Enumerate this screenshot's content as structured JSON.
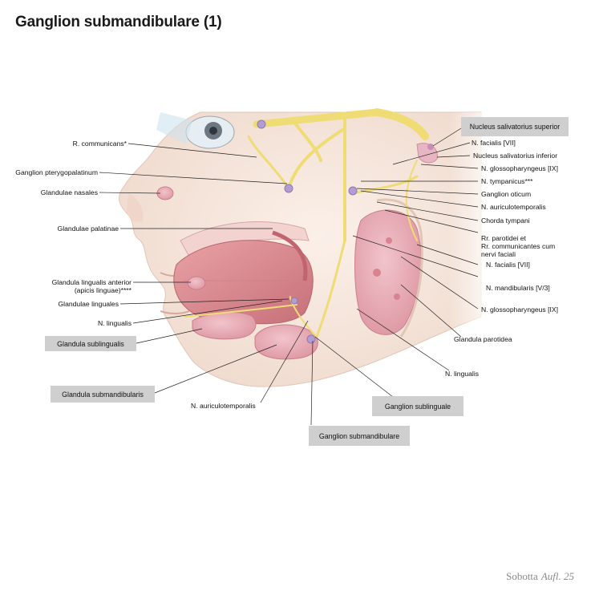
{
  "title": "Ganglion submandibulare (1)",
  "labels": {
    "r_communicans": "R. communicans*",
    "ganglion_pterygopalatinum": "Ganglion pterygopalatinum",
    "glandulae_nasales": "Glandulae nasales",
    "glandulae_palatinae": "Glandulae palatinae",
    "glandula_lingualis_anterior_1": "Glandula lingualis anterior",
    "glandula_lingualis_anterior_2": "(apicis linguae)****",
    "glandulae_linguales": "Glandulae linguales",
    "n_lingualis_left": "N. lingualis",
    "glandula_sublingualis": "Glandula sublingualis",
    "glandula_submandibularis": "Glandula submandibularis",
    "n_auriculotemporalis_bottom": "N. auriculotemporalis",
    "ganglion_submandibulare": "Ganglion submandibulare",
    "ganglion_sublinguale": "Ganglion sublinguale",
    "nucleus_salivatorius_superior": "Nucleus salivatorius superior",
    "n_facialis_top": "N. facialis [VII]",
    "nucleus_salivatorius_inferior": "Nucleus salivatorius inferior",
    "n_glossopharyngeus_top": "N. glossopharyngeus [IX]",
    "n_tympanicus": "N. tympanicus***",
    "ganglion_oticum": "Ganglion oticum",
    "n_auriculotemporalis_right": "N. auriculotemporalis",
    "chorda_tympani": "Chorda tympani",
    "rr_parotidei_1": "Rr. parotidei et",
    "rr_parotidei_2": "Rr. communicantes cum",
    "rr_parotidei_3": "nervi faciali",
    "n_facialis_lower": "N. facialis [VII]",
    "n_mandibularis": "N. mandibularis [V/3]",
    "n_glossopharyngeus_lower": "N. glossopharyngeus [IX]",
    "glandula_parotidea": "Glandula parotidea",
    "n_lingualis_right": "N. lingualis"
  },
  "footer": {
    "brand": "Sobotta",
    "edition": "Aufl. 25"
  },
  "colors": {
    "skin": "#f6e6dc",
    "skin_shadow": "#e8cfc1",
    "nerve": "#f2e38a",
    "parasympathetic": "#b9a3d6",
    "gland": "#e7aab4",
    "tongue": "#d98c8f",
    "label_box": "#cfcfcf"
  }
}
